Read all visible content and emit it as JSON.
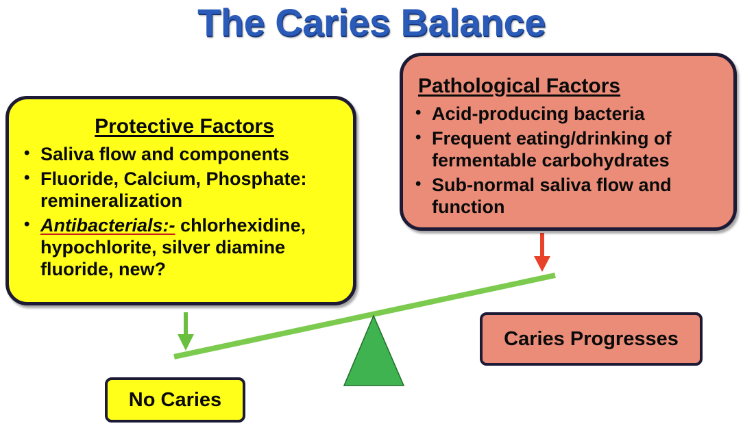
{
  "title": "The Caries Balance",
  "protective": {
    "heading": "Protective Factors",
    "bullet": "•",
    "items": [
      {
        "text": "Saliva flow and components"
      },
      {
        "text": "Fluoride, Calcium, Phosphate: remineralization"
      },
      {
        "emphasis": "Antibacterials:-",
        "text": " chlorhexidine, hypochlorite, silver diamine fluoride, new?"
      }
    ]
  },
  "pathological": {
    "heading": "Pathological Factors",
    "bullet": "•",
    "items": [
      {
        "text": "Acid-producing bacteria"
      },
      {
        "text": "Frequent eating/drinking of fermentable carbohydrates"
      },
      {
        "text": "Sub-normal saliva flow and function"
      }
    ]
  },
  "outcomes": {
    "no_caries": "No Caries",
    "caries_progresses": "Caries Progresses"
  },
  "colors": {
    "title": "#2a5bb8",
    "protective_fill": "#ffff1a",
    "pathological_fill": "#ea8c78",
    "border": "#1d1a36",
    "beam": "#7ccb4f",
    "fulcrum": "#3fb34f",
    "protective_arrow": "#6abf3f",
    "pathological_arrow": "#e8432a",
    "emphasis_text": "#c81e1e"
  }
}
